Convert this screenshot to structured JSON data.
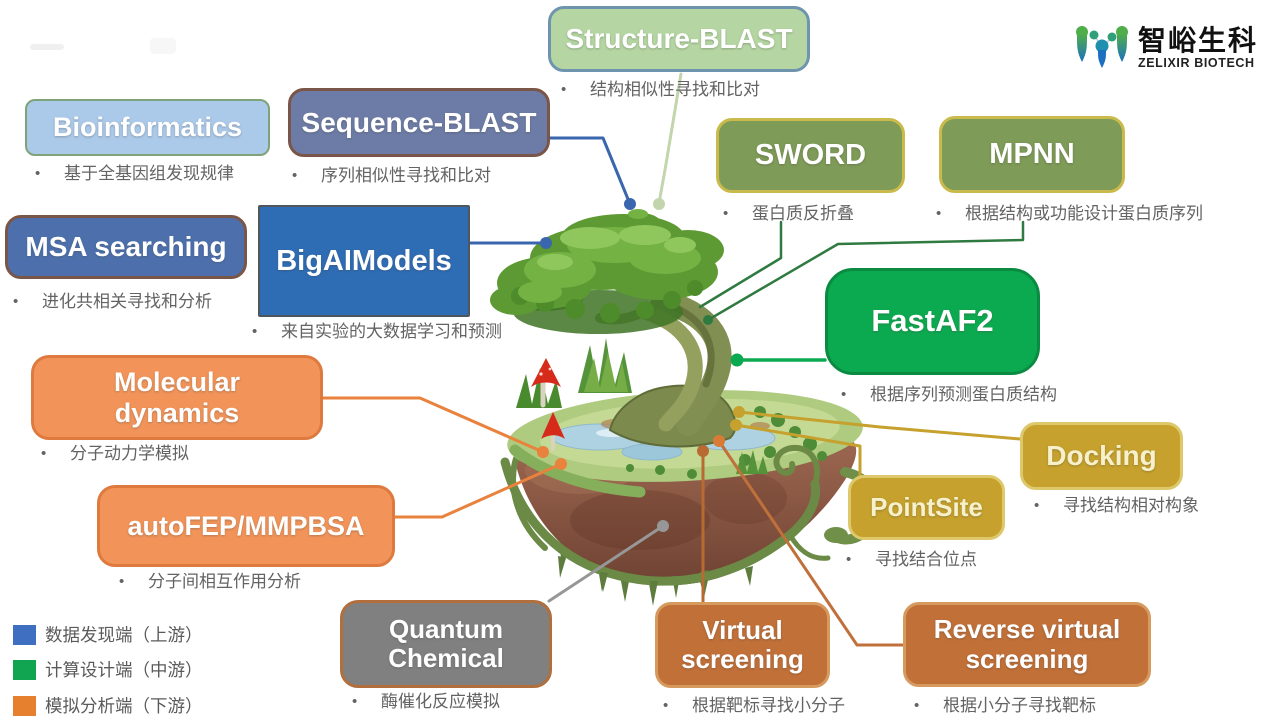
{
  "ui": {
    "bullet": "•"
  },
  "brand": {
    "name_cn": "智峪生科",
    "name_en": "ZELIXIR BIOTECH"
  },
  "nodes": {
    "bioinformatics": {
      "label": "Bioinformatics",
      "caption": "基于全基因组发现规律",
      "fill": "#abc9e9",
      "border": "#7fa379",
      "text": "#ffffff"
    },
    "sequence_blast": {
      "label": "Sequence-BLAST",
      "caption": "序列相似性寻找和比对",
      "fill": "#6d7ca6",
      "border": "#7a5648",
      "text": "#ffffff"
    },
    "structure_blast": {
      "label": "Structure-BLAST",
      "caption": "结构相似性寻找和比对",
      "fill": "#b5d6a2",
      "border": "#6e95ad",
      "text": "#ffffff"
    },
    "msa_searching": {
      "label": "MSA searching",
      "caption": "进化共相关寻找和分析",
      "fill": "#4d70ad",
      "border": "#7a5648",
      "text": "#ffffff"
    },
    "big_ai_models": {
      "label": "BigAIModels",
      "caption": "来自实验的大数据学习和预测",
      "fill": "#2e6cb4",
      "border": "#4f565e",
      "text": "#ffffff"
    },
    "sword": {
      "label": "SWORD",
      "caption": "蛋白质反折叠",
      "fill": "#7e9b57",
      "border": "#c9ba4b",
      "text": "#ffffff"
    },
    "mpnn": {
      "label": "MPNN",
      "caption": "根据结构或功能设计蛋白质序列",
      "fill": "#7e9b57",
      "border": "#c9ba4b",
      "text": "#ffffff"
    },
    "fastaf2": {
      "label": "FastAF2",
      "caption": "根据序列预测蛋白质结构",
      "fill": "#0caa50",
      "border": "#0b8b42",
      "text": "#ffffff"
    },
    "docking": {
      "label": "Docking",
      "caption": "寻找结构相对构象",
      "fill": "#c6a12d",
      "border": "#ddc86b",
      "text": "#f6f0cb"
    },
    "pointsite": {
      "label": "PointSite",
      "caption": "寻找结合位点",
      "fill": "#c6a12d",
      "border": "#ddc86b",
      "text": "#f6f0cb"
    },
    "molecular_dynamics": {
      "label": "Molecular dynamics",
      "caption": "分子动力学模拟",
      "fill": "#f29459",
      "border": "#de7a3e",
      "text": "#ffffff"
    },
    "autofep_mmpbsa": {
      "label": "autoFEP/MMPBSA",
      "caption": "分子间相互作用分析",
      "fill": "#f29459",
      "border": "#de7a3e",
      "text": "#ffffff"
    },
    "quantum_chemical": {
      "label": "Quantum Chemical",
      "caption": "酶催化反应模拟",
      "fill": "#808080",
      "border": "#b06f3c",
      "text": "#ffffff"
    },
    "virtual_screening": {
      "label": "Virtual screening",
      "caption": "根据靶标寻找小分子",
      "fill": "#c17038",
      "border": "#d69a5e",
      "text": "#ffffff"
    },
    "reverse_virtual_screening": {
      "label": "Reverse virtual screening",
      "caption": "根据小分子寻找靶标",
      "fill": "#c17038",
      "border": "#d69a5e",
      "text": "#ffffff"
    }
  },
  "legend": [
    {
      "label": "数据发现端（上游）",
      "color": "#3e6fc1"
    },
    {
      "label": "计算设计端（中游）",
      "color": "#12a551"
    },
    {
      "label": "模拟分析端（下游）",
      "color": "#e6802f"
    }
  ]
}
